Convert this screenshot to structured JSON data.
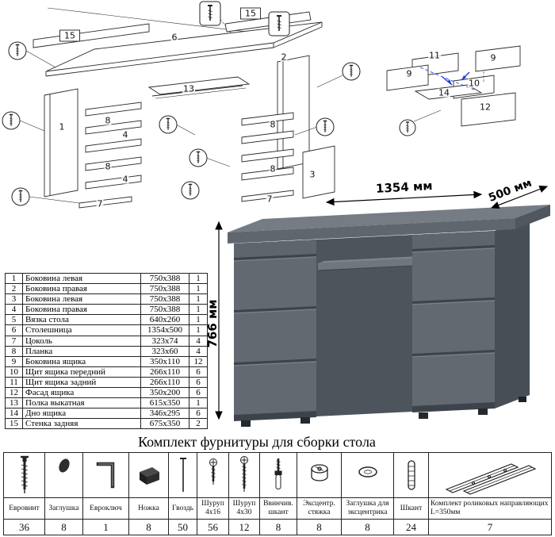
{
  "title": "Комплект фурнитуры для сборки стола",
  "desk": {
    "width_label": "1354 мм",
    "depth_label": "500 мм",
    "height_label": "766 мм"
  },
  "parts_table": {
    "rows": [
      {
        "n": "1",
        "name": "Боковина левая",
        "size": "750x388",
        "qty": "1"
      },
      {
        "n": "2",
        "name": "Боковина правая",
        "size": "750x388",
        "qty": "1"
      },
      {
        "n": "3",
        "name": "Боковина левая",
        "size": "750x388",
        "qty": "1"
      },
      {
        "n": "4",
        "name": "Боковина правая",
        "size": "750x388",
        "qty": "1"
      },
      {
        "n": "5",
        "name": "Вязка стола",
        "size": "640x260",
        "qty": "1"
      },
      {
        "n": "6",
        "name": "Столешница",
        "size": "1354x500",
        "qty": "1"
      },
      {
        "n": "7",
        "name": "Цоколь",
        "size": "323x74",
        "qty": "4"
      },
      {
        "n": "8",
        "name": "Планка",
        "size": "323x60",
        "qty": "4"
      },
      {
        "n": "9",
        "name": "Боковина ящика",
        "size": "350x110",
        "qty": "12"
      },
      {
        "n": "10",
        "name": "Щит ящика передний",
        "size": "266x110",
        "qty": "6"
      },
      {
        "n": "11",
        "name": "Щит ящика задний",
        "size": "266x110",
        "qty": "6"
      },
      {
        "n": "12",
        "name": "Фасад ящика",
        "size": "350x200",
        "qty": "6"
      },
      {
        "n": "13",
        "name": "Полка выкатная",
        "size": "615x350",
        "qty": "1"
      },
      {
        "n": "14",
        "name": "Дно ящика",
        "size": "346x295",
        "qty": "6"
      },
      {
        "n": "15",
        "name": "Стенка задняя",
        "size": "675x350",
        "qty": "2"
      }
    ]
  },
  "diagram": {
    "left_labels": [
      "15",
      "6",
      "15",
      "2",
      "1",
      "8",
      "4",
      "8",
      "4",
      "13",
      "8",
      "8",
      "7",
      "7",
      "3"
    ],
    "right_labels": [
      "11",
      "9",
      "9",
      "10",
      "14",
      "12"
    ]
  },
  "hardware": {
    "items": [
      {
        "name": "Евровинт",
        "qty": "36",
        "icon": "euro-screw-icon"
      },
      {
        "name": "Заглушка",
        "qty": "8",
        "icon": "plug-icon"
      },
      {
        "name": "Евроключ",
        "qty": "1",
        "icon": "hex-key-icon"
      },
      {
        "name": "Ножка",
        "qty": "8",
        "icon": "foot-icon"
      },
      {
        "name": "Гвоздь",
        "qty": "50",
        "icon": "nail-icon"
      },
      {
        "name": "Шуруп 4х16",
        "qty": "56",
        "icon": "screw-4x16-icon"
      },
      {
        "name": "Шуруп 4х30",
        "qty": "12",
        "icon": "screw-4x30-icon"
      },
      {
        "name": "Ввинчив. шкант",
        "qty": "8",
        "icon": "screw-in-dowel-icon"
      },
      {
        "name": "Эксцентр. стяжка",
        "qty": "8",
        "icon": "cam-lock-icon"
      },
      {
        "name": "Заглушка для эксцентрика",
        "qty": "8",
        "icon": "cam-cap-icon"
      },
      {
        "name": "Шкант",
        "qty": "24",
        "icon": "dowel-icon"
      },
      {
        "name": "Комплект роликовых направляющих L=350мм",
        "qty": "7",
        "icon": "drawer-slides-icon"
      }
    ]
  },
  "colors": {
    "desk_top": "#757c84",
    "desk_front": "#5e656d",
    "desk_side": "#474e56",
    "desk_gap": "#3d434a",
    "accent_blue": "#1d3fd4"
  }
}
